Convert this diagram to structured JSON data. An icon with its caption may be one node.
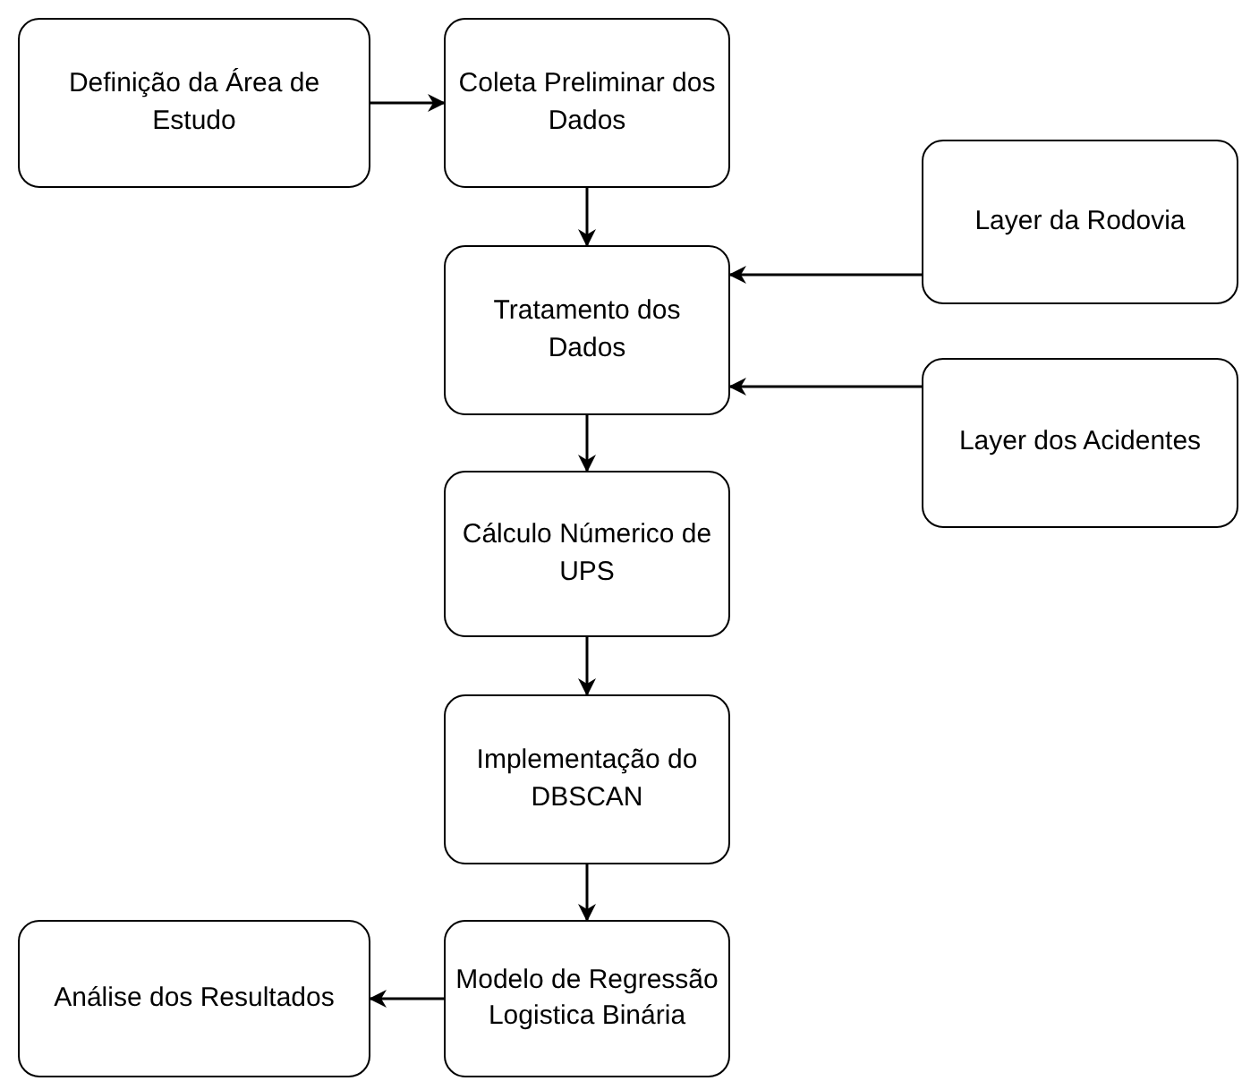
{
  "diagram": {
    "nodes": [
      {
        "text": [
          "Definição da Área de Estudo"
        ]
      },
      {
        "text": [
          "Coleta Preliminar dos Dados"
        ]
      },
      {
        "text": [
          "Tratamento dos Dados"
        ]
      },
      {
        "text": [
          "Layer da Rodovia"
        ]
      },
      {
        "text": [
          "Layer dos Acidentes"
        ]
      },
      {
        "text": [
          "Cálculo Númerico de UPS"
        ]
      },
      {
        "text": [
          "Implementação do DBSCAN"
        ]
      },
      {
        "text": [
          "Modelo de Regressão Logistica Binária"
        ]
      },
      {
        "text": [
          "Análise dos Resultados"
        ]
      }
    ],
    "edges": [
      {
        "from": 0,
        "to": 1,
        "arrow": "to"
      },
      {
        "from": 1,
        "to": 2,
        "arrow": "to"
      },
      {
        "from": 3,
        "to": 2,
        "arrow": "to"
      },
      {
        "from": 4,
        "to": 2,
        "arrow": "to"
      },
      {
        "from": 2,
        "to": 5,
        "arrow": "to"
      },
      {
        "from": 5,
        "to": 6,
        "arrow": "to"
      },
      {
        "from": 6,
        "to": 7,
        "arrow": "to"
      },
      {
        "from": 7,
        "to": 8,
        "arrow": "to"
      }
    ]
  }
}
